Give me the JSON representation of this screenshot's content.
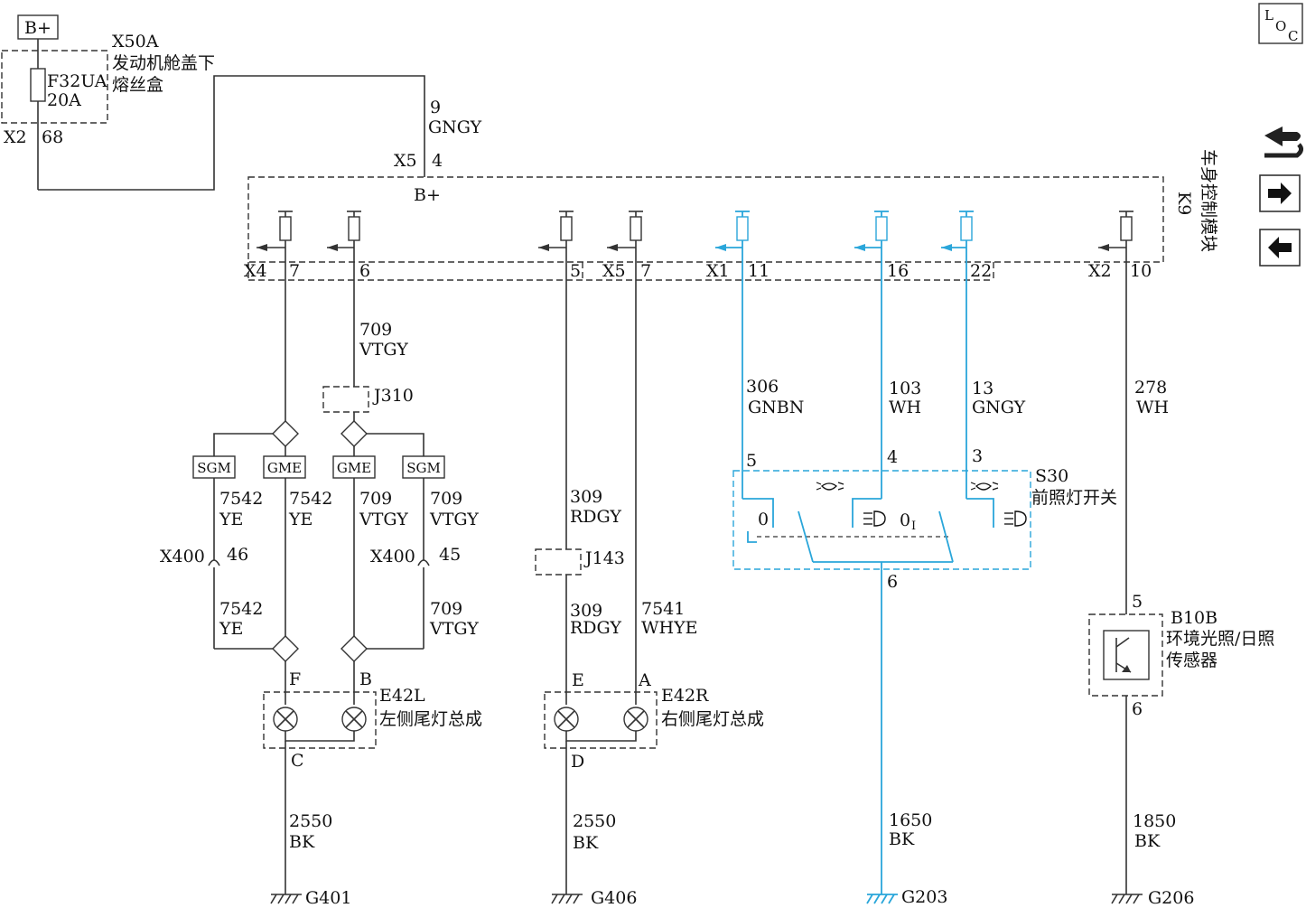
{
  "power": {
    "label": "B+"
  },
  "fusebox": {
    "id": "X50A",
    "name_l1": "发动机舱盖下",
    "name_l2": "熔丝盒",
    "fuse_id": "F32UA",
    "fuse_rating": "20A",
    "conn": "X2",
    "pin": "68"
  },
  "feed_wire": {
    "circuit": "9",
    "color": "GNGY"
  },
  "bcm": {
    "id": "K9",
    "name": "车身控制模块",
    "bplus": "B+",
    "conn_x5": "X5",
    "pin_x5_4": "4",
    "pins": {
      "x4": "X4",
      "p7": "7",
      "p6": "6",
      "p5": "5",
      "x5": "X5",
      "p7b": "7",
      "x1": "X1",
      "p11": "11",
      "p16": "16",
      "p22": "22",
      "x2": "X2",
      "p10": "10"
    }
  },
  "wires": {
    "w709a": {
      "circuit": "709",
      "color": "VTGY"
    },
    "w306": {
      "circuit": "306",
      "color": "GNBN"
    },
    "w103": {
      "circuit": "103",
      "color": "WH"
    },
    "w13": {
      "circuit": "13",
      "color": "GNGY"
    },
    "w278": {
      "circuit": "278",
      "color": "WH"
    },
    "w7542a": {
      "circuit": "7542",
      "color": "YE"
    },
    "w7542b": {
      "circuit": "7542",
      "color": "YE"
    },
    "w709b": {
      "circuit": "709",
      "color": "VTGY"
    },
    "w709c": {
      "circuit": "709",
      "color": "VTGY"
    },
    "w7542c": {
      "circuit": "7542",
      "color": "YE"
    },
    "w709d": {
      "circuit": "709",
      "color": "VTGY"
    },
    "w309a": {
      "circuit": "309",
      "color": "RDGY"
    },
    "w309b": {
      "circuit": "309",
      "color": "RDGY"
    },
    "w7541": {
      "circuit": "7541",
      "color": "WHYE"
    },
    "w2550a": {
      "circuit": "2550",
      "color": "BK"
    },
    "w2550b": {
      "circuit": "2550",
      "color": "BK"
    },
    "w1650": {
      "circuit": "1650",
      "color": "BK"
    },
    "w1850": {
      "circuit": "1850",
      "color": "BK"
    }
  },
  "variants": {
    "sgm": "SGM",
    "gme": "GME"
  },
  "splices": {
    "j310": "J310",
    "j143": "J143"
  },
  "inline": {
    "x400": "X400",
    "p46": "46",
    "p45": "45"
  },
  "switch": {
    "id": "S30",
    "name": "前照灯开关",
    "p5": "5",
    "p4": "4",
    "p3": "3",
    "p6": "6",
    "pos0": "0",
    "pos0i": "0",
    "pos0i_sub": "I"
  },
  "sensor": {
    "id": "B10B",
    "name_l1": "环境光照/日照",
    "name_l2": "传感器",
    "p5": "5",
    "p6": "6"
  },
  "lamp_left": {
    "id": "E42L",
    "name": "左侧尾灯总成",
    "pF": "F",
    "pB": "B",
    "pC": "C"
  },
  "lamp_right": {
    "id": "E42R",
    "name": "右侧尾灯总成",
    "pE": "E",
    "pA": "A",
    "pD": "D"
  },
  "grounds": {
    "g401": "G401",
    "g406": "G406",
    "g203": "G203",
    "g206": "G206"
  },
  "loc": {
    "l": "L",
    "o": "O",
    "c": "C"
  },
  "nav": {
    "return_icon": "return-arrow-icon",
    "forward_icon": "arrow-right-icon",
    "back_icon": "arrow-left-icon"
  },
  "colors": {
    "wire": "#333333",
    "switch_wire": "#2aa6da"
  }
}
